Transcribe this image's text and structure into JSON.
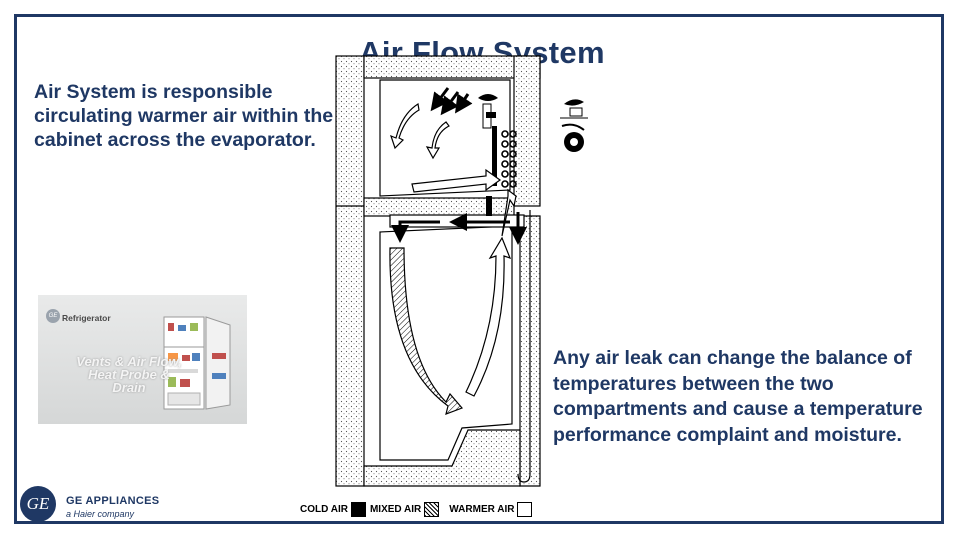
{
  "title": "Air Flow System",
  "intro_text": "Air System is responsible circulating warmer air within the cabinet across the evaporator.",
  "note_text": "Any air leak can change the balance of temperatures between the two compartments and cause a temperature performance complaint and moisture.",
  "video": {
    "brand": "Refrigerator",
    "logo_mark": "GE",
    "caption": "Vents & Air Flow, Heat Probe & Drain"
  },
  "legend": [
    {
      "label": "COLD AIR",
      "swatch": "cold"
    },
    {
      "label": "MIXED AIR",
      "swatch": "mixed"
    },
    {
      "label": "WARMER AIR",
      "swatch": "warm"
    }
  ],
  "logo": {
    "mark": "GE",
    "name": "GE APPLIANCES",
    "tagline": "a Haier company"
  },
  "colors": {
    "brand_navy": "#1f3864",
    "insulation_dot": "#555555"
  },
  "icons": {
    "fan_top": "fan-blade-icon",
    "fan_bottom": "fan-motor-icon",
    "brand_logo": "ge-monogram-icon"
  }
}
